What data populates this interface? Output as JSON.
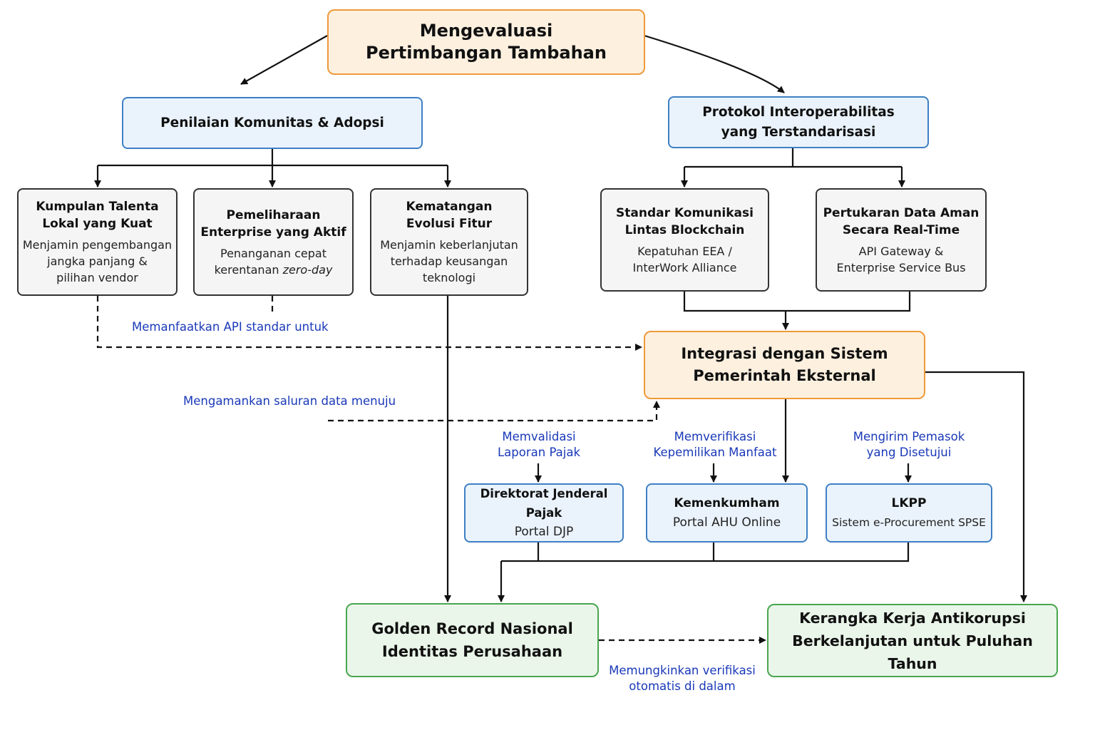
{
  "root": {
    "line1": "Mengevaluasi",
    "line2": "Pertimbangan Tambahan"
  },
  "community": {
    "title": "Penilaian Komunitas & Adopsi"
  },
  "protocol": {
    "line1": "Protokol Interoperabilitas",
    "line2": "yang Terstandarisasi"
  },
  "talent": {
    "title1": "Kumpulan Talenta",
    "title2": "Lokal yang Kuat",
    "body1": "Menjamin pengembangan",
    "body2": "jangka panjang &",
    "body3": "pilihan vendor"
  },
  "maintenance": {
    "title1": "Pemeliharaan",
    "title2": "Enterprise yang Aktif",
    "body1": "Penanganan cepat",
    "body2_prefix": "kerentanan ",
    "body2_em": "zero-day"
  },
  "maturity": {
    "title1": "Kematangan",
    "title2": "Evolusi Fitur",
    "body1": "Menjamin keberlanjutan",
    "body2": "terhadap keusangan",
    "body3": "teknologi"
  },
  "blockchain": {
    "title1": "Standar Komunikasi",
    "title2": "Lintas Blockchain",
    "body1": "Kepatuhan EEA /",
    "body2": "InterWork Alliance"
  },
  "exchange": {
    "title1": "Pertukaran Data Aman",
    "title2": "Secara Real-Time",
    "body1": "API Gateway &",
    "body2": "Enterprise Service Bus"
  },
  "integration": {
    "line1": "Integrasi dengan Sistem",
    "line2": "Pemerintah Eksternal"
  },
  "djp": {
    "title": "Direktorat Jenderal Pajak",
    "sub": "Portal DJP"
  },
  "ahu": {
    "title": "Kemenkumham",
    "sub": "Portal AHU Online"
  },
  "lkpp": {
    "title": "LKPP",
    "sub": "Sistem e-Procurement SPSE"
  },
  "golden": {
    "line1": "Golden Record Nasional",
    "line2": "Identitas Perusahaan"
  },
  "framework": {
    "line1": "Kerangka Kerja Antikorupsi",
    "line2": "Berkelanjutan untuk Puluhan Tahun"
  },
  "labels": {
    "api": "Memanfaatkan API standar untuk",
    "secure": "Mengamankan saluran data menuju",
    "validate1": "Memvalidasi",
    "validate2": "Laporan Pajak",
    "verify1": "Memverifikasi",
    "verify2": "Kepemilikan Manfaat",
    "send1": "Mengirim Pemasok",
    "send2": "yang Disetujui",
    "enable1": "Memungkinkan verifikasi",
    "enable2": "otomatis di dalam"
  },
  "colors": {
    "orange_border": "#ee9a3a",
    "orange_fill": "#fdf0df",
    "blue_border": "#3e7fc4",
    "blue_fill": "#eaf3fc",
    "gray_fill": "#f5f5f5",
    "green_border": "#4aa650",
    "green_fill": "#eaf6ea",
    "label_text": "#1a39b8"
  }
}
